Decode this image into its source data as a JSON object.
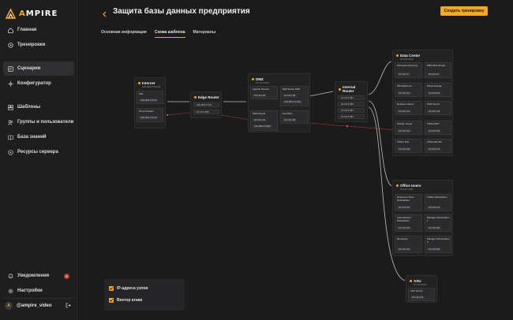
{
  "app": {
    "logo_prefix": "A",
    "logo_rest": "MPIRE"
  },
  "sidebar": {
    "items": [
      {
        "label": "Главная",
        "icon": "home-icon"
      },
      {
        "label": "Тренировки",
        "icon": "training-icon"
      },
      {
        "label": "Сценарии",
        "icon": "scenario-icon",
        "active": true
      },
      {
        "label": "Конфигуратор",
        "icon": "configurator-icon"
      },
      {
        "label": "Шаблоны",
        "icon": "templates-icon"
      },
      {
        "label": "Группы и пользователи",
        "icon": "users-icon"
      },
      {
        "label": "База знаний",
        "icon": "book-icon"
      },
      {
        "label": "Ресурсы сервера",
        "icon": "server-icon"
      }
    ],
    "bottom": {
      "notifications_label": "Уведомления",
      "notifications_count": "8",
      "settings_label": "Настройки",
      "user_avatar": "A",
      "user_name": "@ampire_video"
    }
  },
  "header": {
    "title": "Защита базы данных предприятия",
    "create_button": "Создать тренировку"
  },
  "tabs": [
    {
      "label": "Основная информация",
      "active": false
    },
    {
      "label": "Схема шаблона",
      "active": true
    },
    {
      "label": "Материалы",
      "active": false
    }
  ],
  "diagram": {
    "internet": {
      "title": "Internet",
      "subnet": "100.200.174.0/24",
      "hosts": [
        {
          "name": "Kali",
          "ip": "100.200.174.11"
        },
        {
          "name": "ProxyChecker",
          "ip": "100.200.174.12"
        }
      ]
    },
    "edge_router": {
      "title": "Edge Router",
      "ips": [
        "100.200.174.9",
        "10.10.1.254"
      ]
    },
    "dmz": {
      "title": "DMZ",
      "subnet": "10.10.1.0/24",
      "hosts": [
        {
          "name": "Apache Tomcat",
          "ip": "10.10.1.24"
        },
        {
          "name": "Mail Server PHP",
          "ip": "10.10.1.30"
        },
        {
          "name": "",
          "ip": "100.200.174.60"
        },
        {
          "name": "DMZ Drupal",
          "ip": "10.10.1.21"
        },
        {
          "name": "",
          "ip": "100.200.174.80"
        },
        {
          "name": "DevOldm",
          "ip": "10.10.1.20"
        }
      ]
    },
    "internal_router": {
      "title": "Internal Router",
      "ips": [
        "10.10.1.254",
        "10.10.2.254",
        "10.10.3.254",
        "10.10.4.254"
      ]
    },
    "data_center": {
      "title": "Data Center",
      "subnet": "10.10.2.0/24",
      "hosts": [
        {
          "name": "MS Active Directory",
          "ip": "10.10.2.3"
        },
        {
          "name": "DBS Multi Simple",
          "ip": "10.10.2.6"
        },
        {
          "name": "MS FileServer",
          "ip": "10.10.2.13"
        },
        {
          "name": "MS Exchange",
          "ip": "10.10.2.10"
        },
        {
          "name": "Redmine Server",
          "ip": "10.10.2.14"
        },
        {
          "name": "DSM Server",
          "ip": "10.10.2.16"
        },
        {
          "name": "MySQL Server",
          "ip": "10.10.2.19"
        },
        {
          "name": "VPNet EPP",
          "ip": "10.10.2.20"
        },
        {
          "name": "VPNet TAG",
          "ip": "10.10.2.22"
        },
        {
          "name": "VPNet ED SD",
          "ip": "10.10.2.21"
        }
      ]
    },
    "office_users": {
      "title": "Office Users",
      "subnet": "10.10.4.0/24",
      "hosts": [
        {
          "name": "Response Team Workstation",
          "ip": "10.10.4.12"
        },
        {
          "name": "Insider Workstation",
          "ip": "10.10.4.13"
        },
        {
          "name": "Administrator Workstation",
          "ip": "10.10.4.15"
        },
        {
          "name": "Manager Workstation 1",
          "ip": "10.10.4.20"
        },
        {
          "name": "Developer",
          "ip": "10.10.4.10"
        },
        {
          "name": "Manager Workstation 2",
          "ip": "10.10.4.16"
        }
      ]
    },
    "asu": {
      "title": "ASU",
      "subnet": "10.10.3.0/24",
      "hosts": [
        {
          "name": "ASU Server",
          "ip": "10.10.3.10"
        }
      ]
    }
  },
  "legend": {
    "ip_label": "IP-адреса узлов",
    "attack_label": "Вектор атаки"
  },
  "colors": {
    "accent": "#f5a623",
    "attack": "#d9534f",
    "link": "#cfcfcf"
  }
}
